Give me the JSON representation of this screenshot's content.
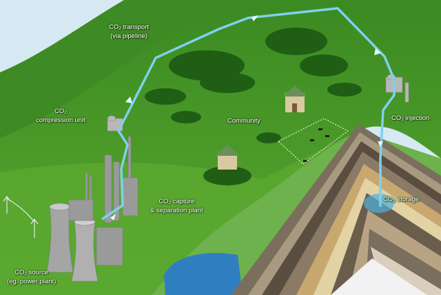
{
  "labels": {
    "transport": {
      "co": "CO",
      "sub": "2",
      "rest": " transport",
      "line2": "(via pipeline)"
    },
    "compression": {
      "co": "CO",
      "sub": "2",
      "line2": "compression unit"
    },
    "community": {
      "text": "Community"
    },
    "injection": {
      "co": "CO",
      "sub": "2",
      "rest": " injection"
    },
    "capture": {
      "co": "CO",
      "sub": "2",
      "rest": " capture",
      "line2": "& separation plant"
    },
    "storage": {
      "co": "CO",
      "sub": "2",
      "rest": " storage"
    },
    "source": {
      "co": "CO",
      "sub": "2",
      "rest": " source",
      "line2": "(eg. power plant)"
    }
  },
  "colors": {
    "sky": "#d6e9f2",
    "grass_dark": "#2f7a1c",
    "grass": "#4f9e2a",
    "grass_light": "#6db83a",
    "pipeline": "#7fd0ee",
    "water": "#2f7fc0",
    "plant_gray": "#9a9a9a",
    "strata": [
      "#7a6f5c",
      "#a89a80",
      "#5a4e40",
      "#c9a86f",
      "#e2d2a4",
      "#8a7a66",
      "#d9cfbc"
    ]
  }
}
